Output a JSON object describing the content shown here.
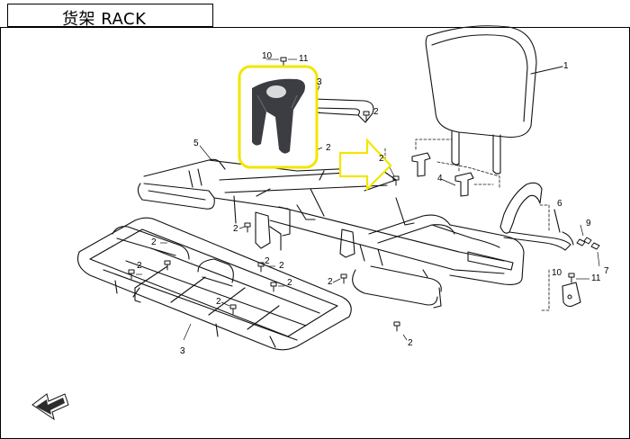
{
  "title": "货架 RACK",
  "callouts": {
    "c1": "1",
    "c2a": "2",
    "c2b": "2",
    "c2c": "2",
    "c2d": "2",
    "c2e": "2",
    "c2f": "2",
    "c2g": "2",
    "c2h": "2",
    "c2i": "2",
    "c2j": "2",
    "c2k": "2",
    "c2l": "2",
    "c3a": "3",
    "c3b": "3",
    "c4": "4",
    "c5": "5",
    "c6": "6",
    "c7": "7",
    "c9": "9",
    "c10a": "10",
    "c10b": "10",
    "c11a": "11",
    "c11b": "11"
  },
  "colors": {
    "highlight": "#f2e600",
    "line": "#111111",
    "inset": "#3b3d42"
  },
  "icons": {
    "fwd": "fwd-arrow-icon",
    "arrow": "direction-arrow-icon"
  }
}
